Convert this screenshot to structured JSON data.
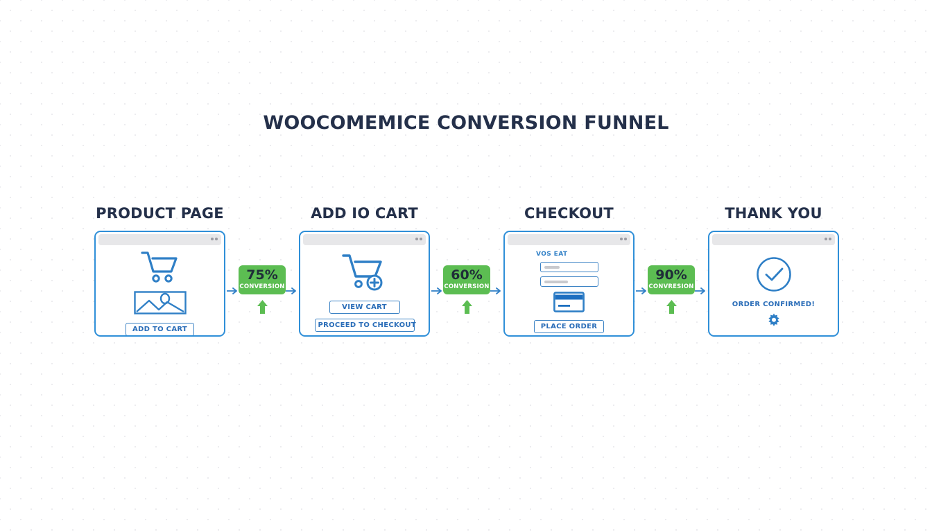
{
  "page": {
    "title": "WOOCOMEMICE CONVERSION FUNNEL",
    "accent_blue": "#2f8fd8",
    "accent_green": "#5cbd52",
    "title_color": "#24304a",
    "background": "#ffffff"
  },
  "stages": [
    {
      "title": "PRODUCT PAGE",
      "icons": [
        "shopping-cart-icon",
        "image-placeholder-icon"
      ],
      "buttons": [
        "ADD TO CART"
      ]
    },
    {
      "title": "ADD IO CART",
      "icons": [
        "cart-plus-icon"
      ],
      "buttons": [
        "VIEW CART",
        "PROCEED TO CHECKOUT"
      ]
    },
    {
      "title": "CHECKOUT",
      "field_label": "VOS EAT",
      "icons": [
        "credit-card-icon"
      ],
      "buttons": [
        "PLACE ORDER"
      ]
    },
    {
      "title": "THANK YOU",
      "icons": [
        "check-circle-icon",
        "gear-icon"
      ],
      "confirm_text": "ORDER CONFIRMED!"
    }
  ],
  "conversions": [
    {
      "percent": "75%",
      "label": "CONVERSION"
    },
    {
      "percent": "60%",
      "label": "CONVERSION"
    },
    {
      "percent": "90%",
      "label": "CONVRESION"
    }
  ],
  "chart_data": {
    "type": "bar",
    "title": "WOOCOMEMICE CONVERSION FUNNEL",
    "categories": [
      "PRODUCT PAGE",
      "ADD IO CART",
      "CHECKOUT",
      "THANK YOU"
    ],
    "step_conversion_labels": [
      "75%",
      "60%",
      "90%"
    ],
    "values": [
      75,
      60,
      90
    ],
    "xlabel": "",
    "ylabel": "Conversion",
    "ylim": [
      0,
      100
    ]
  }
}
